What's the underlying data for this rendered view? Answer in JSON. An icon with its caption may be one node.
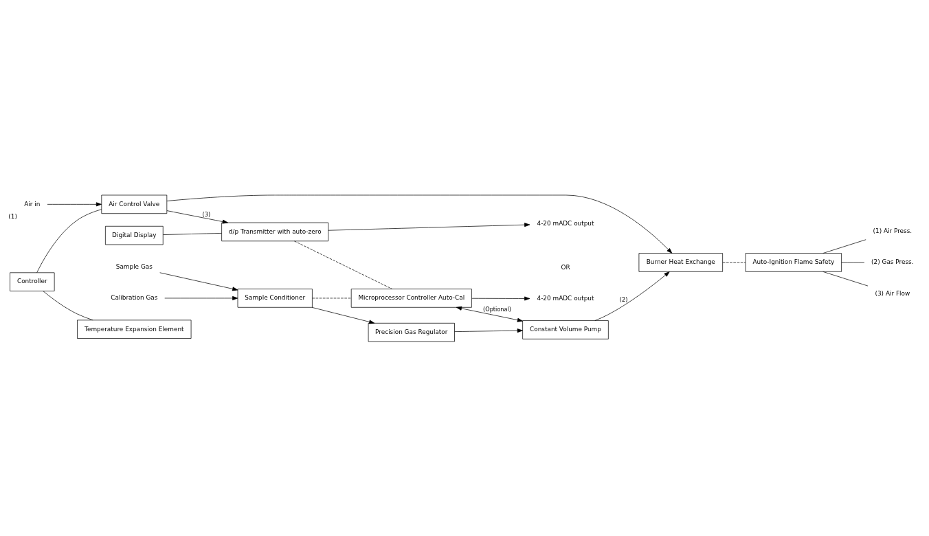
{
  "diagram": {
    "nodes": [
      {
        "text": [
          "Controller"
        ]
      },
      {
        "text": [
          "Temperature Expansion Element"
        ]
      },
      {
        "text": [
          "Burner Heat Exchange"
        ]
      },
      {
        "text": [
          "Auto-Ignition Flame Safety"
        ]
      },
      {
        "text": [
          "(1) Air Press."
        ]
      },
      {
        "text": [
          "(2) Gas Press."
        ]
      },
      {
        "text": [
          "(3) Air Flow"
        ]
      },
      {
        "text": [
          "Air Control Valve"
        ]
      },
      {
        "text": [
          "Digital Display"
        ]
      },
      {
        "text": [
          "d/p Transmitter with auto-zero"
        ]
      },
      {
        "text": [
          "Air in"
        ],
        "beside": [
          "(1)"
        ]
      },
      {
        "text": [
          "4-20 mADC output"
        ]
      },
      {
        "text": [
          "Constant Volume Pump"
        ]
      },
      {
        "text": [
          "4-20 mADC output"
        ]
      },
      {
        "text": [
          "Microprocessor Controller Auto-Cal"
        ]
      },
      {
        "text": [
          "Precision Gas Regulator"
        ]
      },
      {
        "text": [
          "Sample Gas"
        ]
      },
      {
        "text": [
          "Calibration Gas"
        ]
      },
      {
        "text": [
          "Sample Conditioner"
        ]
      }
    ],
    "edges": [
      {
        "from": 0,
        "to": 1,
        "arrow": "none"
      },
      {
        "from": 0,
        "to": 7,
        "arrow": "none"
      },
      {
        "from": 2,
        "to": 3,
        "arrow": "none",
        "style": "dashed"
      },
      {
        "from": 3,
        "to": 4,
        "arrow": "none"
      },
      {
        "from": 3,
        "to": 5,
        "arrow": "none"
      },
      {
        "from": 3,
        "to": 6,
        "arrow": "none"
      },
      {
        "from": 10,
        "to": 7,
        "arrow": "to"
      },
      {
        "from": 7,
        "to": 2,
        "arrow": "to"
      },
      {
        "from": 7,
        "to": 9,
        "arrow": "to",
        "label": "(3)"
      },
      {
        "from": 12,
        "to": 2,
        "arrow": "to",
        "label": "(2)"
      },
      {
        "from": 8,
        "to": 9,
        "arrow": "none"
      },
      {
        "from": 9,
        "to": 11,
        "arrow": "to"
      },
      {
        "from": 9,
        "to": 14,
        "arrow": "none",
        "style": "dashed"
      },
      {
        "from": 14,
        "to": 13,
        "arrow": "to"
      },
      {
        "from": 14,
        "to": 12,
        "arrow": "both",
        "label": "(Optional)"
      },
      {
        "from": 15,
        "to": 12,
        "arrow": "to"
      },
      {
        "from": 18,
        "to": 15,
        "arrow": "to"
      },
      {
        "from": 16,
        "to": 18,
        "arrow": "to"
      },
      {
        "from": 17,
        "to": 18,
        "arrow": "to"
      },
      {
        "from": 18,
        "to": 14,
        "arrow": "none",
        "style": "dashed"
      }
    ],
    "labels": [
      "OR"
    ]
  }
}
